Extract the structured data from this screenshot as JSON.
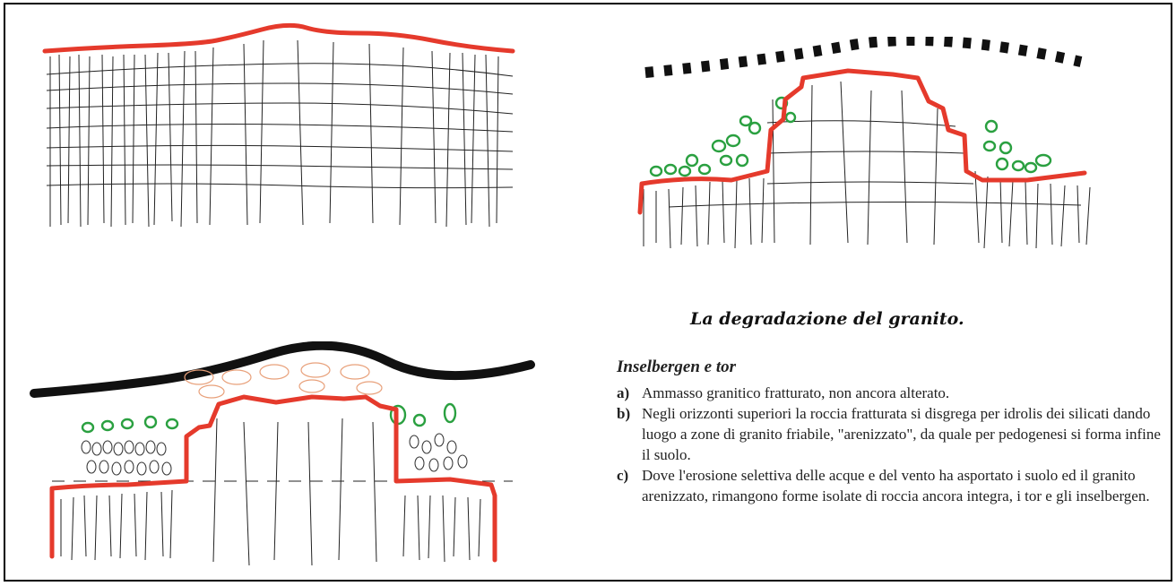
{
  "caption": "La degradazione del granito.",
  "legend": {
    "title": "Inselbergen e tor",
    "items": [
      {
        "key": "a)",
        "text": "Ammasso granitico fratturato, non ancora alterato."
      },
      {
        "key": "b)",
        "text": "Negli orizzonti superiori la roccia fratturata si disgrega per idrolis dei silicati dando luogo a zone di granito friabile, \"arenizzato\", da quale per pedogenesi si forma infine il suolo."
      },
      {
        "key": "c)",
        "text": "Dove l'erosione selettiva delle acque e del vento ha asportato i suolo ed il granito arenizzato, rimangono forme isolate di roccia ancora integra, i tor e gli inselbergen."
      }
    ]
  },
  "colors": {
    "surface": "#e53a2c",
    "weathered_stones": "#2aa040",
    "original_surface": "#111111",
    "sand_stones": "#e8a07a"
  }
}
